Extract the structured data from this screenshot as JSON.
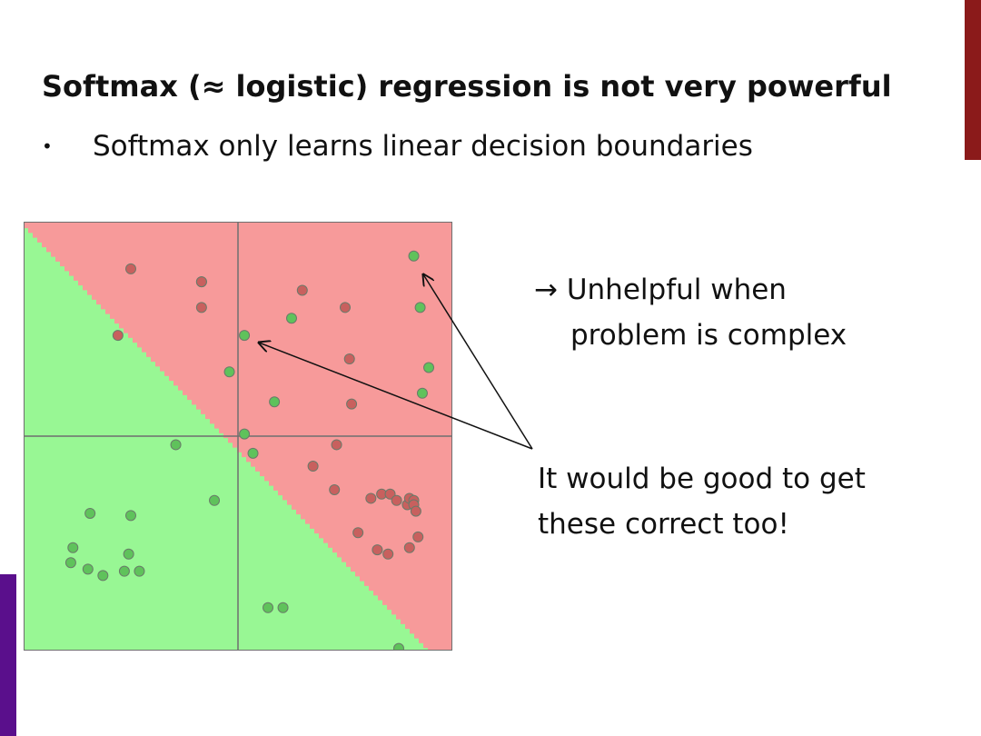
{
  "slide": {
    "title": "Softmax (≈ logistic) regression is not very powerful",
    "bullet_marker": "•",
    "bullet": "Softmax only learns linear decision boundaries",
    "note_arrow": "→",
    "note_line1": "Unhelpful when",
    "note_line2": "problem is complex",
    "callout_line1": "It would be good to get",
    "callout_line2": "these correct too!"
  },
  "colors": {
    "red_region": "#f79a9a",
    "green_region": "#98f794",
    "red_point": "#c8605e",
    "green_point": "#5fc25b",
    "point_edge": "#6a7a6a",
    "grid_line": "#6f6f6f",
    "accent_top": "#8b1a1a",
    "accent_left": "#5a0f8c",
    "text": "#111111"
  },
  "chart_data": {
    "type": "scatter",
    "title": "",
    "xlabel": "",
    "ylabel": "",
    "xlim": [
      -1,
      1
    ],
    "ylim": [
      -1,
      1
    ],
    "decision_boundary": {
      "slope": -1.05,
      "intercept": -0.08
    },
    "series": [
      {
        "class": "red",
        "points": [
          [
            -0.5,
            0.78
          ],
          [
            -0.17,
            0.72
          ],
          [
            0.3,
            0.68
          ],
          [
            -0.17,
            0.72
          ],
          [
            -0.17,
            0.6
          ],
          [
            0.5,
            0.6
          ],
          [
            -0.56,
            0.47
          ],
          [
            0.52,
            0.36
          ],
          [
            0.53,
            0.15
          ],
          [
            0.46,
            -0.04
          ],
          [
            0.35,
            -0.14
          ],
          [
            0.45,
            -0.25
          ],
          [
            0.62,
            -0.29
          ],
          [
            0.67,
            -0.27
          ],
          [
            0.71,
            -0.27
          ],
          [
            0.74,
            -0.3
          ],
          [
            0.79,
            -0.32
          ],
          [
            0.8,
            -0.29
          ],
          [
            0.82,
            -0.3
          ],
          [
            0.82,
            -0.32
          ],
          [
            0.83,
            -0.35
          ],
          [
            0.56,
            -0.45
          ],
          [
            0.65,
            -0.53
          ],
          [
            0.7,
            -0.55
          ],
          [
            0.8,
            -0.52
          ],
          [
            0.84,
            -0.47
          ]
        ]
      },
      {
        "class": "green",
        "points": [
          [
            0.82,
            0.84
          ],
          [
            0.85,
            0.6
          ],
          [
            0.25,
            0.55
          ],
          [
            0.03,
            0.47
          ],
          [
            -0.04,
            0.3
          ],
          [
            0.89,
            0.32
          ],
          [
            0.86,
            0.2
          ],
          [
            0.17,
            0.16
          ],
          [
            0.03,
            0.01
          ],
          [
            0.07,
            -0.08
          ],
          [
            -0.29,
            -0.04
          ],
          [
            -0.11,
            -0.3
          ],
          [
            -0.69,
            -0.36
          ],
          [
            -0.5,
            -0.37
          ],
          [
            -0.77,
            -0.52
          ],
          [
            -0.78,
            -0.59
          ],
          [
            -0.7,
            -0.62
          ],
          [
            -0.63,
            -0.65
          ],
          [
            -0.46,
            -0.63
          ],
          [
            -0.53,
            -0.63
          ],
          [
            -0.51,
            -0.55
          ],
          [
            0.14,
            -0.8
          ],
          [
            0.21,
            -0.8
          ],
          [
            0.75,
            -0.99
          ]
        ]
      }
    ]
  }
}
